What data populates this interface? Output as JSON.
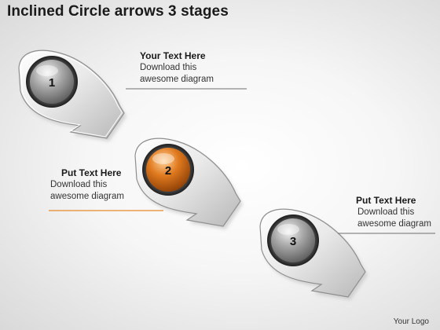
{
  "title": "Inclined Circle arrows 3 stages",
  "stages": [
    {
      "number": "1",
      "heading": "Your Text Here",
      "line1": "Download this",
      "line2": "awesome diagram",
      "ball_color": "#8a8a8a"
    },
    {
      "number": "2",
      "heading": "Put Text Here",
      "line1": "Download this",
      "line2": "awesome diagram",
      "ball_color": "#e07a1f"
    },
    {
      "number": "3",
      "heading": "Put Text Here",
      "line1": "Download this",
      "line2": "awesome diagram",
      "ball_color": "#8a8a8a"
    }
  ],
  "logo": "Your Logo",
  "colors": {
    "accent": "#e8892b",
    "separator": "#6e6e6e"
  }
}
